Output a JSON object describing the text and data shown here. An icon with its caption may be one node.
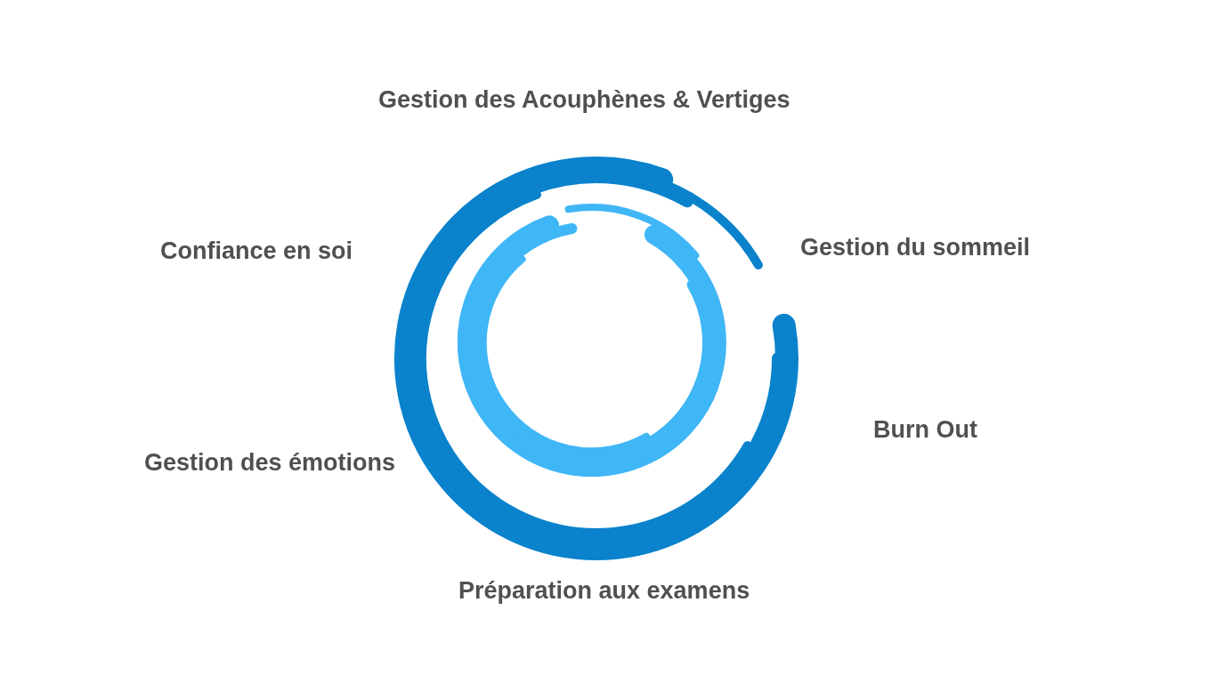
{
  "diagram": {
    "labels": [
      "Gestion des Acouphènes & Vertiges",
      "Confiance en soi",
      "Gestion du sommeil",
      "Burn Out",
      "Gestion des émotions",
      "Préparation aux examens"
    ]
  }
}
